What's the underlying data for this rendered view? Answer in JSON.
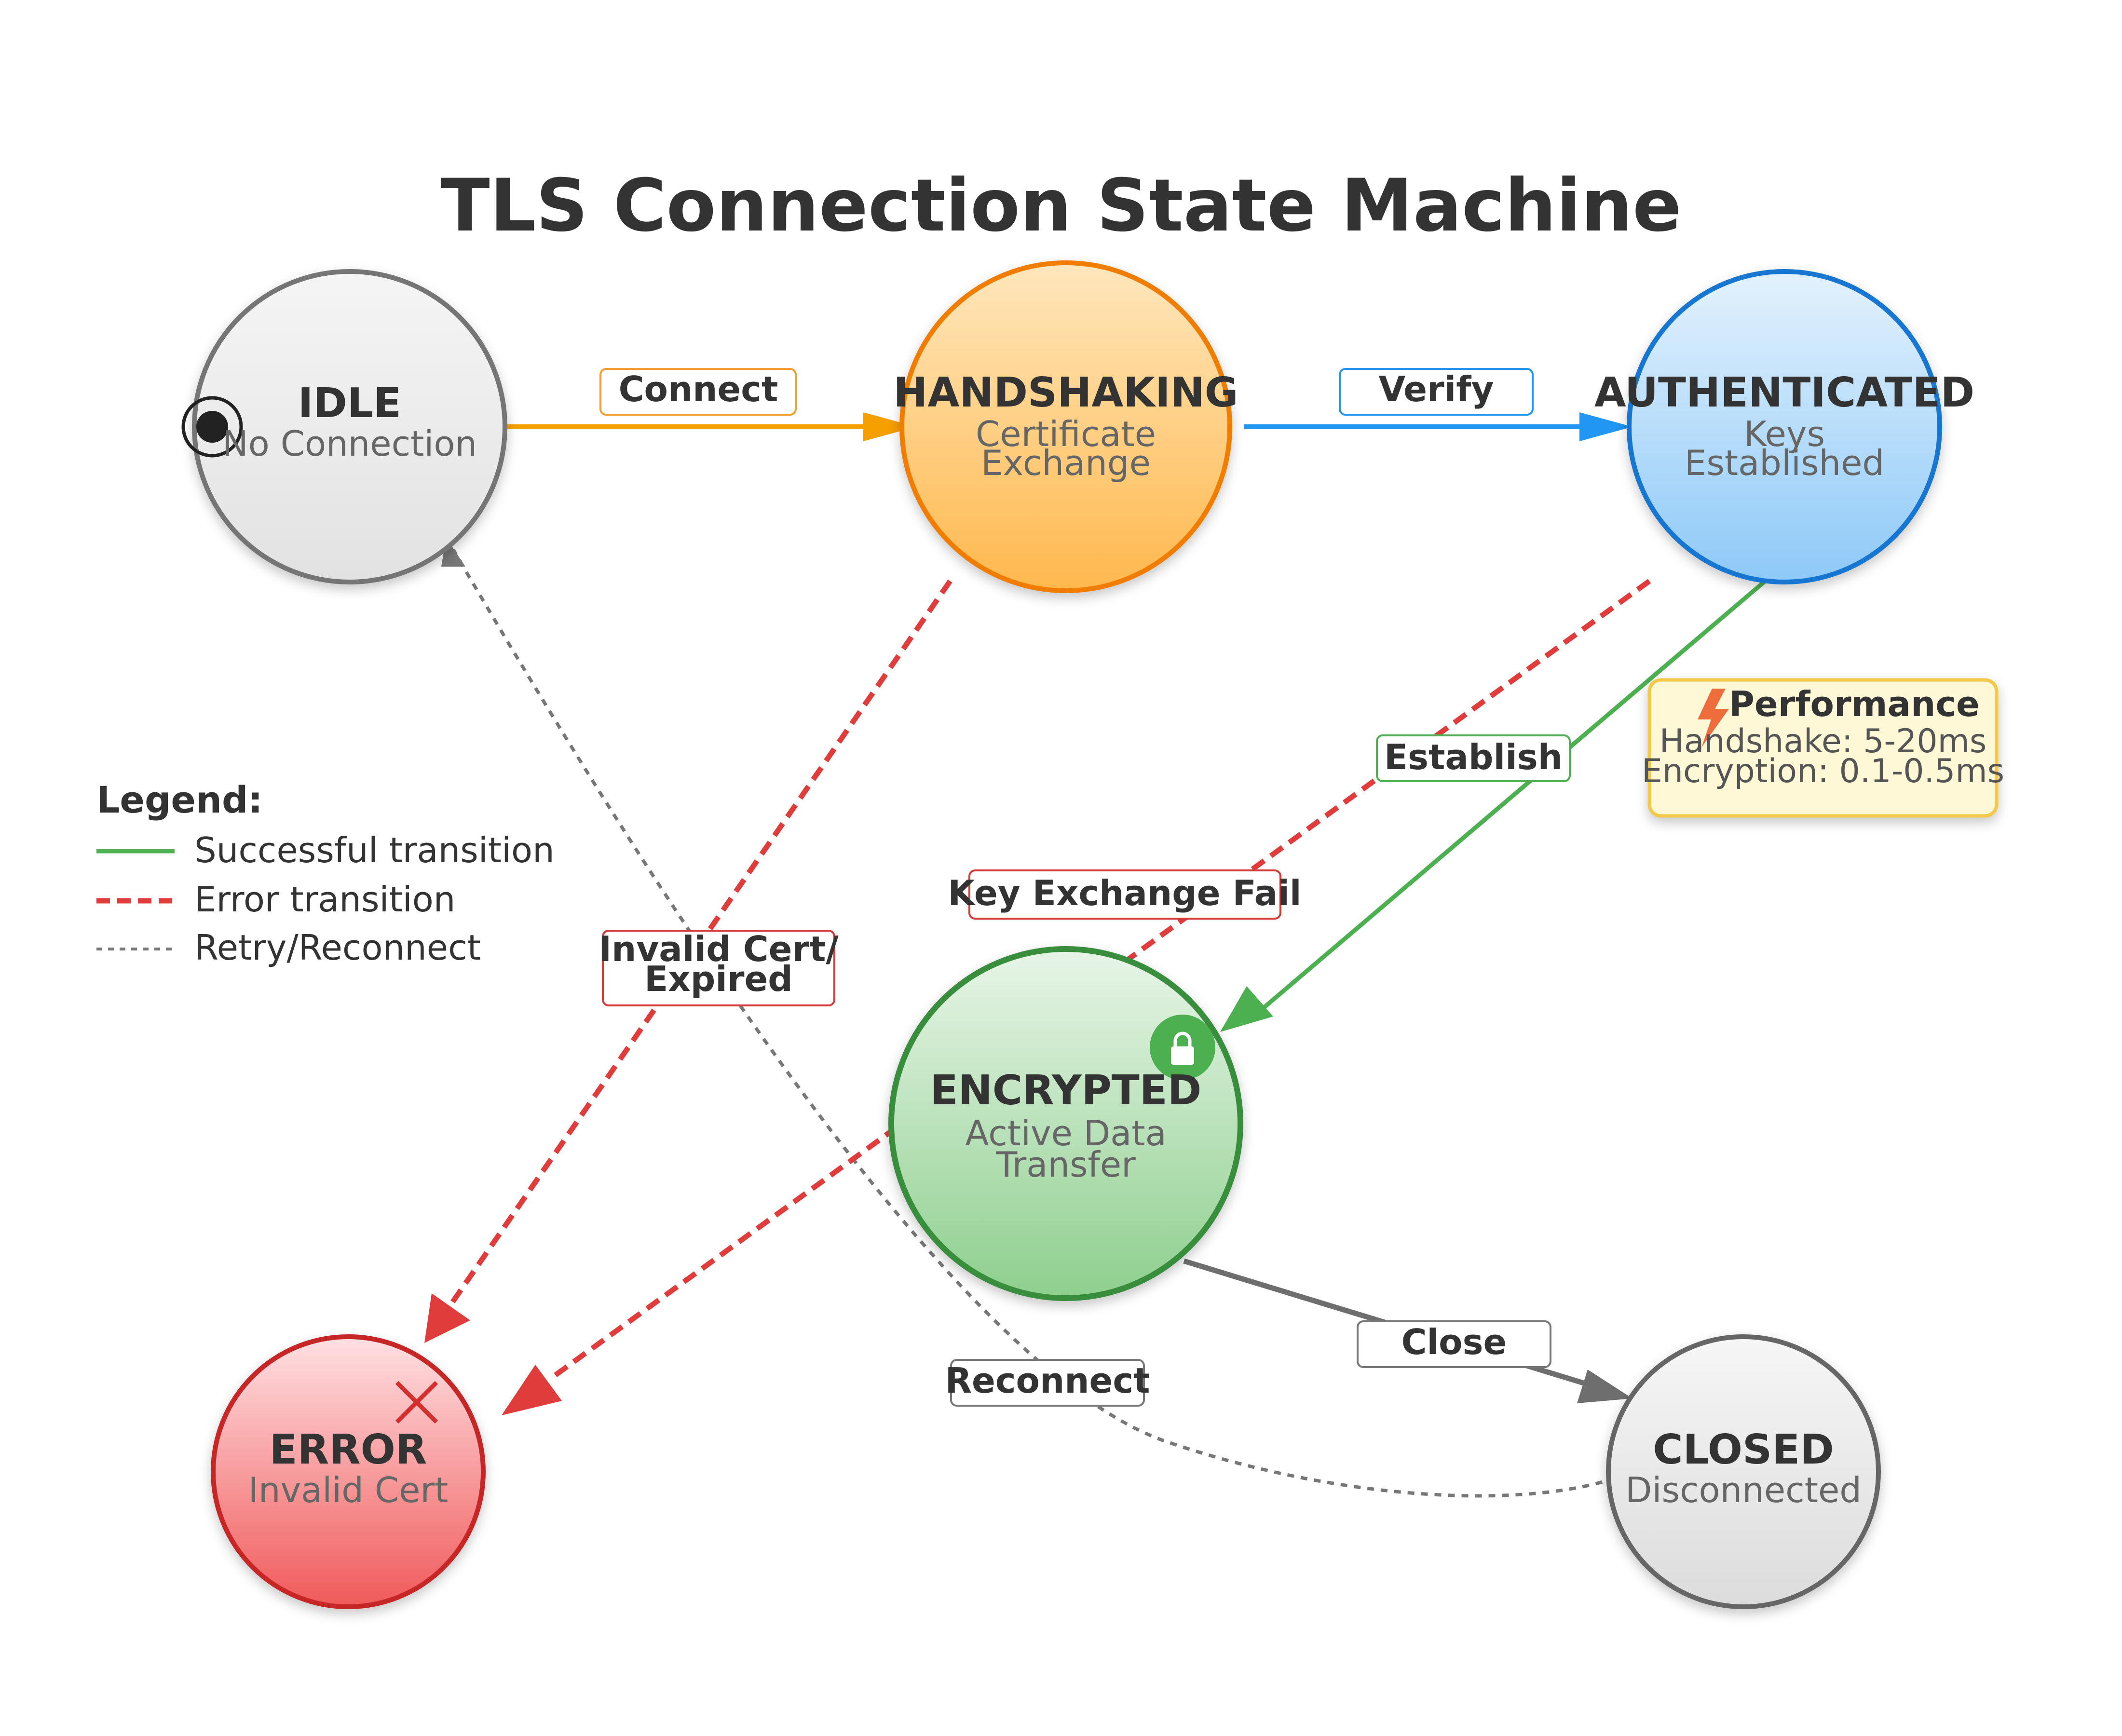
{
  "title": "TLS Connection State Machine",
  "states": {
    "idle": {
      "name": "IDLE",
      "desc": "No Connection"
    },
    "handshaking": {
      "name": "HANDSHAKING",
      "desc1": "Certificate",
      "desc2": "Exchange"
    },
    "authenticated": {
      "name": "AUTHENTICATED",
      "desc1": "Keys",
      "desc2": "Established"
    },
    "encrypted": {
      "name": "ENCRYPTED",
      "desc1": "Active Data",
      "desc2": "Transfer"
    },
    "error": {
      "name": "ERROR",
      "desc": "Invalid Cert"
    },
    "closed": {
      "name": "CLOSED",
      "desc": "Disconnected"
    }
  },
  "transitions": {
    "connect": "Connect",
    "verify": "Verify",
    "establish": "Establish",
    "invalid_cert_1": "Invalid Cert/",
    "invalid_cert_2": "Expired",
    "key_exchange_fail": "Key Exchange Fail",
    "close": "Close",
    "reconnect": "Reconnect"
  },
  "legend": {
    "title": "Legend:",
    "success": "Successful transition",
    "error": "Error transition",
    "retry": "Retry/Reconnect"
  },
  "performance": {
    "title": "Performance",
    "handshake": "Handshake: 5-20ms",
    "encryption": "Encryption: 0.1-0.5ms"
  },
  "icons": [
    "start-marker-icon",
    "lock-icon",
    "error-x-icon",
    "lightning-icon"
  ],
  "colors": {
    "success": "#4caf50",
    "error": "#e03c3c",
    "retry": "#777777",
    "connect": "#f5a000",
    "verify": "#2196f3",
    "idle": "#f0f0f0",
    "handshaking": "#ffc766",
    "authenticated": "#9fd2fb",
    "encrypted": "#a5d9a5",
    "error_state": "#f57373",
    "closed": "#ececec"
  }
}
